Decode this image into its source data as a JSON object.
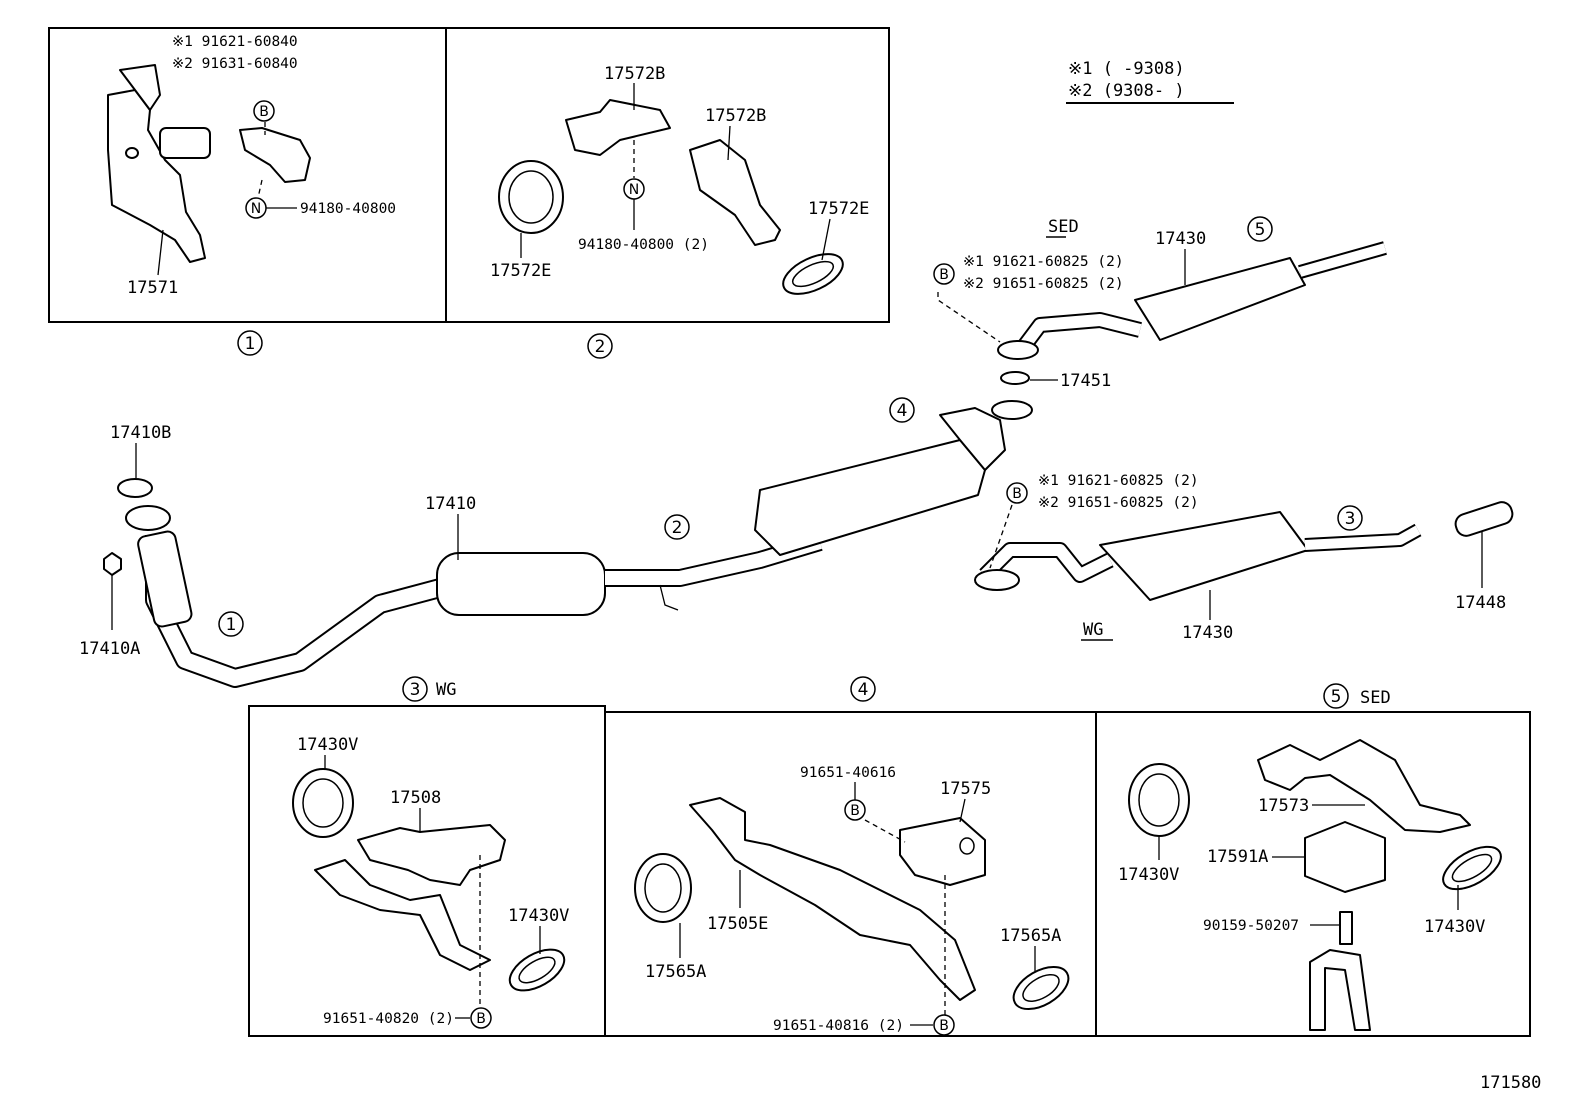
{
  "legend": {
    "line1": "※1 (      -9308)",
    "line2": "※2 (9308-      )"
  },
  "boxes": {
    "box1": {
      "marker": "1",
      "labels": [
        "※1 91621-60840",
        "※2 91631-60840",
        "94180-40800",
        "17571"
      ],
      "callouts": [
        "B",
        "N"
      ]
    },
    "box2": {
      "marker": "2",
      "labels": [
        "17572B",
        "17572B",
        "17572E",
        "94180-40800 (2)",
        "17572E"
      ],
      "callouts": [
        "N"
      ]
    },
    "box3": {
      "marker": "3",
      "suffix": "WG",
      "labels": [
        "17430V",
        "17508",
        "17430V",
        "91651-40820 (2)"
      ],
      "callouts": [
        "B"
      ]
    },
    "box4": {
      "marker": "4",
      "labels": [
        "91651-40616",
        "17575",
        "17565A",
        "17505E",
        "17565A",
        "91651-40816 (2)"
      ],
      "callouts": [
        "B",
        "B"
      ]
    },
    "box5": {
      "marker": "5",
      "suffix": "SED",
      "labels": [
        "17430V",
        "17573",
        "17591A",
        "90159-50207",
        "17430V"
      ]
    }
  },
  "main": {
    "labels": {
      "p17410B": "17410B",
      "p17410A": "17410A",
      "p17410": "17410",
      "p17430_sed": "17430",
      "p17451": "17451",
      "p17430_wg": "17430",
      "p17448": "17448",
      "sed": "SED",
      "wg": "WG",
      "sed_bolt1": "※1 91621-60825 (2)",
      "sed_bolt2": "※2 91651-60825 (2)",
      "wg_bolt1": "※1 91621-60825 (2)",
      "wg_bolt2": "※2 91651-60825 (2)"
    },
    "markers": {
      "m1": "1",
      "m2": "2",
      "m3": "3",
      "m4": "4",
      "m5": "5"
    },
    "callouts": [
      "B",
      "B"
    ]
  },
  "figure_number": "171580"
}
